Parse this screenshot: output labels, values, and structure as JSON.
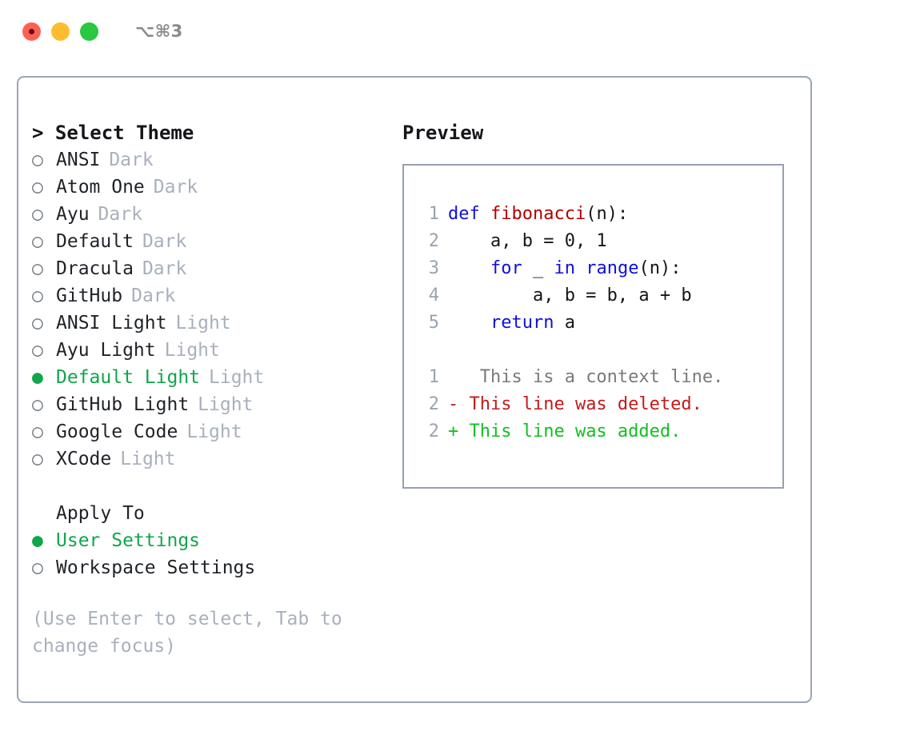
{
  "titlebar": {
    "shortcut": "⌥⌘3",
    "buttons": [
      {
        "name": "close",
        "color": "#ff5f57"
      },
      {
        "name": "minimize",
        "color": "#febc2e"
      },
      {
        "name": "maximize",
        "color": "#28c840"
      }
    ]
  },
  "theme_picker": {
    "heading": "> Select Theme",
    "options": [
      {
        "bullet": "○",
        "label": "ANSI",
        "tag": "Dark",
        "selected": false
      },
      {
        "bullet": "○",
        "label": "Atom One",
        "tag": "Dark",
        "selected": false
      },
      {
        "bullet": "○",
        "label": "Ayu",
        "tag": "Dark",
        "selected": false
      },
      {
        "bullet": "○",
        "label": "Default",
        "tag": "Dark",
        "selected": false
      },
      {
        "bullet": "○",
        "label": "Dracula",
        "tag": "Dark",
        "selected": false
      },
      {
        "bullet": "○",
        "label": "GitHub",
        "tag": "Dark",
        "selected": false
      },
      {
        "bullet": "○",
        "label": "ANSI Light",
        "tag": "Light",
        "selected": false
      },
      {
        "bullet": "○",
        "label": "Ayu Light",
        "tag": "Light",
        "selected": false
      },
      {
        "bullet": "●",
        "label": "Default Light",
        "tag": "Light",
        "selected": true
      },
      {
        "bullet": "○",
        "label": "GitHub Light",
        "tag": "Light",
        "selected": false
      },
      {
        "bullet": "○",
        "label": "Google Code",
        "tag": "Light",
        "selected": false
      },
      {
        "bullet": "○",
        "label": "XCode",
        "tag": "Light",
        "selected": false
      }
    ]
  },
  "apply_to": {
    "heading": "Apply To",
    "options": [
      {
        "bullet": "●",
        "label": "User Settings",
        "selected": true
      },
      {
        "bullet": "○",
        "label": "Workspace Settings",
        "selected": false
      }
    ]
  },
  "hint": "(Use Enter to select, Tab to change focus)",
  "preview": {
    "title": "Preview",
    "code_lines": [
      {
        "no": "1",
        "tokens": [
          {
            "t": "def ",
            "c": "kw"
          },
          {
            "t": "fibonacci",
            "c": "fn"
          },
          {
            "t": "(n):",
            "c": "pl"
          }
        ]
      },
      {
        "no": "2",
        "tokens": [
          {
            "t": "    a, b = 0, 1",
            "c": "pl"
          }
        ]
      },
      {
        "no": "3",
        "tokens": [
          {
            "t": "    ",
            "c": "pl"
          },
          {
            "t": "for",
            "c": "kw"
          },
          {
            "t": " _ ",
            "c": "pl"
          },
          {
            "t": "in",
            "c": "kw"
          },
          {
            "t": " ",
            "c": "pl"
          },
          {
            "t": "range",
            "c": "kw"
          },
          {
            "t": "(n):",
            "c": "pl"
          }
        ]
      },
      {
        "no": "4",
        "tokens": [
          {
            "t": "        a, b = b, a + b",
            "c": "pl"
          }
        ]
      },
      {
        "no": "5",
        "tokens": [
          {
            "t": "    ",
            "c": "pl"
          },
          {
            "t": "return",
            "c": "kw"
          },
          {
            "t": " a",
            "c": "pl"
          }
        ]
      }
    ],
    "diff_lines": [
      {
        "no": "1",
        "marker": " ",
        "text": "  This is a context line.",
        "kind": "context"
      },
      {
        "no": "2",
        "marker": "-",
        "text": " This line was deleted.",
        "kind": "deleted"
      },
      {
        "no": "2",
        "marker": "+",
        "text": " This line was added.",
        "kind": "added"
      }
    ]
  },
  "colors": {
    "accent_green": "#10a64a",
    "keyword_blue": "#0f0fe0",
    "function_red": "#b30000",
    "diff_deleted": "#c21b1b",
    "diff_added": "#12c020",
    "muted": "#a8b0bd",
    "border": "#9aa5b5"
  }
}
